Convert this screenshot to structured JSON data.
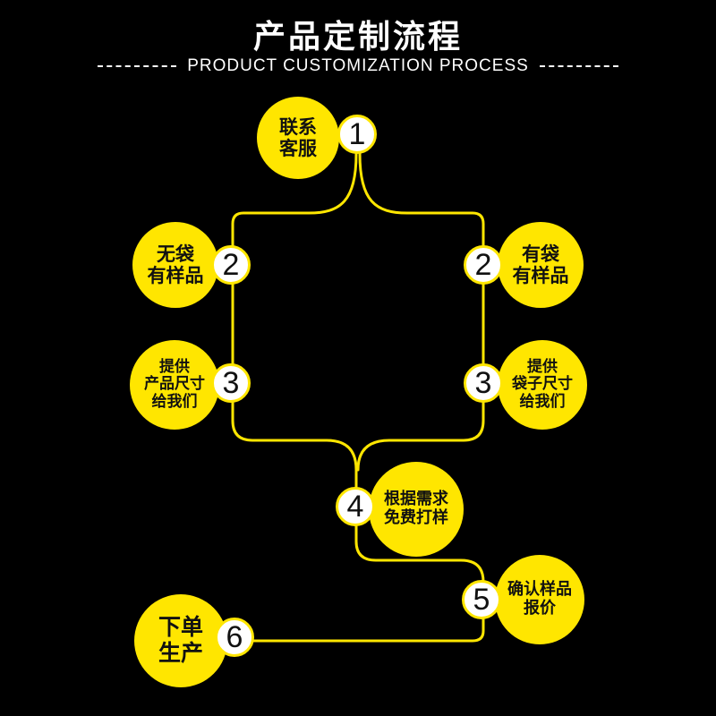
{
  "header": {
    "title": "产品定制流程",
    "subtitle": "PRODUCT CUSTOMIZATION PROCESS"
  },
  "colors": {
    "background": "#000000",
    "accent": "#ffe600",
    "node_fill": "#ffffff",
    "text": "#111111"
  },
  "steps": [
    {
      "number": "1",
      "label": "联系\n客服"
    },
    {
      "number": "2",
      "label": "无袋\n有样品"
    },
    {
      "number": "2",
      "label": "有袋\n有样品"
    },
    {
      "number": "3",
      "label": "提供\n产品尺寸\n给我们"
    },
    {
      "number": "3",
      "label": "提供\n袋子尺寸\n给我们"
    },
    {
      "number": "4",
      "label": "根据需求\n免费打样"
    },
    {
      "number": "5",
      "label": "确认样品\n报价"
    },
    {
      "number": "6",
      "label": "下单\n生产"
    }
  ]
}
